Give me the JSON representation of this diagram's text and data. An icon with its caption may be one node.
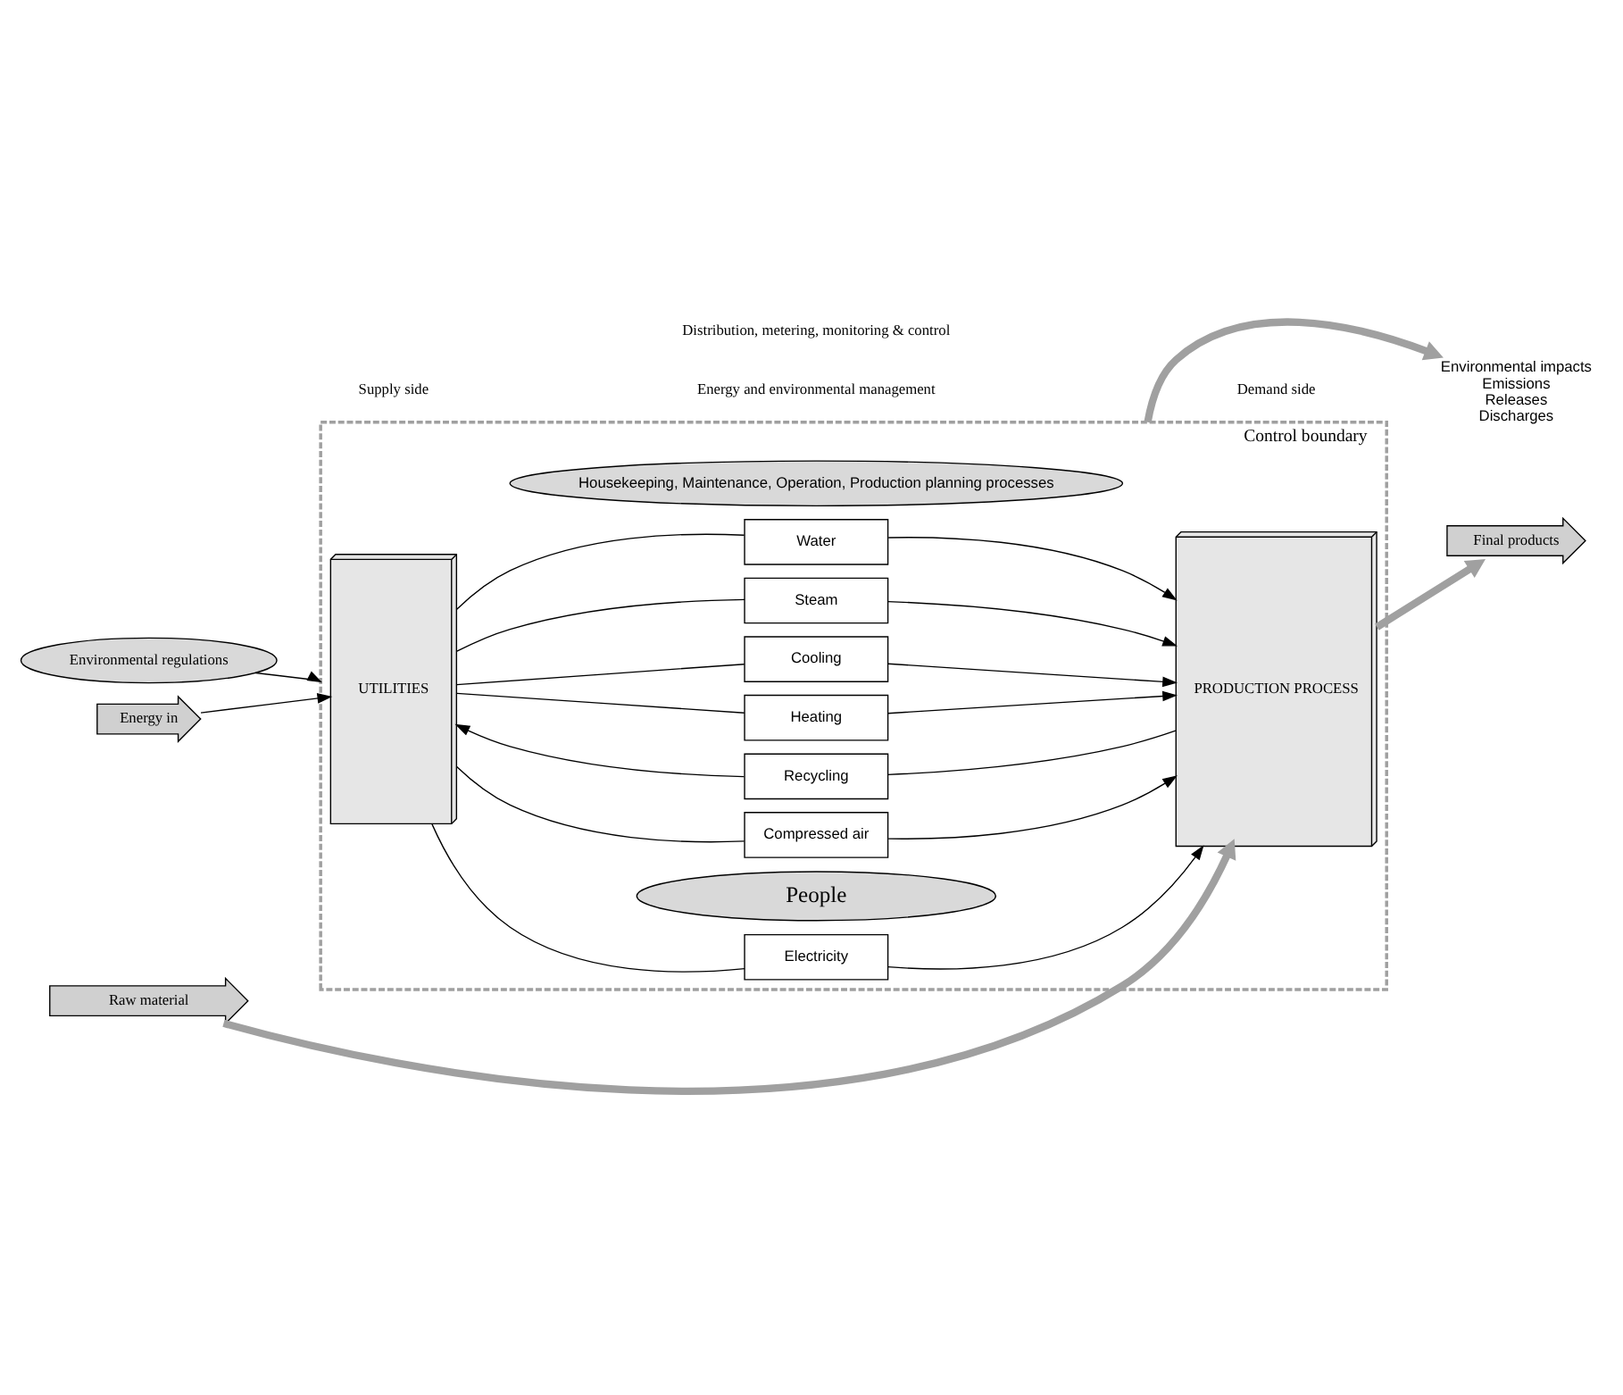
{
  "diagram": {
    "nodes": [
      {
        "text": [
          "Control boundary"
        ]
      },
      {
        "text": [
          "Environmental regulations"
        ]
      },
      {
        "text": [
          "People"
        ],
        "in": 0
      },
      {
        "text": [
          "Housekeeping, Maintenance, Operation, Production planning processes"
        ],
        "in": 0
      },
      {
        "text": [
          "UTILITIES"
        ],
        "in": 0
      },
      {
        "text": [
          "Recycling"
        ],
        "in": 0
      },
      {
        "text": [
          "Cooling"
        ],
        "in": 0
      },
      {
        "text": [
          "Steam"
        ],
        "in": 0
      },
      {
        "text": [
          "Water"
        ],
        "in": 0
      },
      {
        "text": [
          "Electricity"
        ],
        "in": 0
      },
      {
        "text": [
          "Compressed air"
        ],
        "in": 0
      },
      {
        "text": [
          "Heating"
        ],
        "in": 0
      },
      {
        "text": [
          "PRODUCTION PROCESS"
        ],
        "in": 0
      },
      {
        "text": [
          "Energy in"
        ]
      },
      {
        "text": [
          "Environmental impacts",
          "Emissions",
          "Releases",
          "Discharges"
        ]
      },
      {
        "text": [
          "Raw material"
        ]
      },
      {
        "text": [
          "Final products"
        ]
      }
    ],
    "edges": [
      {
        "from": 1,
        "to": 0,
        "arrow": "to"
      },
      {
        "from": 13,
        "to": 4,
        "arrow": "to"
      },
      {
        "from": 12,
        "to": 5,
        "arrow": "none"
      },
      {
        "from": 5,
        "to": 4,
        "arrow": "to"
      },
      {
        "from": 4,
        "to": 6,
        "arrow": "none"
      },
      {
        "from": 6,
        "to": 12,
        "arrow": "to"
      },
      {
        "from": 4,
        "to": 7,
        "arrow": "none"
      },
      {
        "from": 7,
        "to": 12,
        "arrow": "to"
      },
      {
        "from": 4,
        "to": 8,
        "arrow": "none"
      },
      {
        "from": 8,
        "to": 12,
        "arrow": "to"
      },
      {
        "from": 4,
        "to": 9,
        "arrow": "none"
      },
      {
        "from": 9,
        "to": 12,
        "arrow": "to"
      },
      {
        "from": 4,
        "to": 10,
        "arrow": "none"
      },
      {
        "from": 10,
        "to": 12,
        "arrow": "to"
      },
      {
        "from": 4,
        "to": 11,
        "arrow": "none"
      },
      {
        "from": 11,
        "to": 12,
        "arrow": "to"
      },
      {
        "from": 15,
        "to": 12,
        "arrow": "to",
        "style": "thick",
        "color": "#a0a0a0"
      },
      {
        "from": 12,
        "to": 16,
        "arrow": "to",
        "style": "thick",
        "color": "#a0a0a0"
      },
      {
        "from": 0,
        "to": 14,
        "arrow": "to",
        "style": "thick",
        "color": "#a0a0a0"
      }
    ],
    "labels": [
      "Supply side",
      "Distribution, metering, monitoring & control",
      "Demand side",
      "Energy and environmental management"
    ]
  }
}
